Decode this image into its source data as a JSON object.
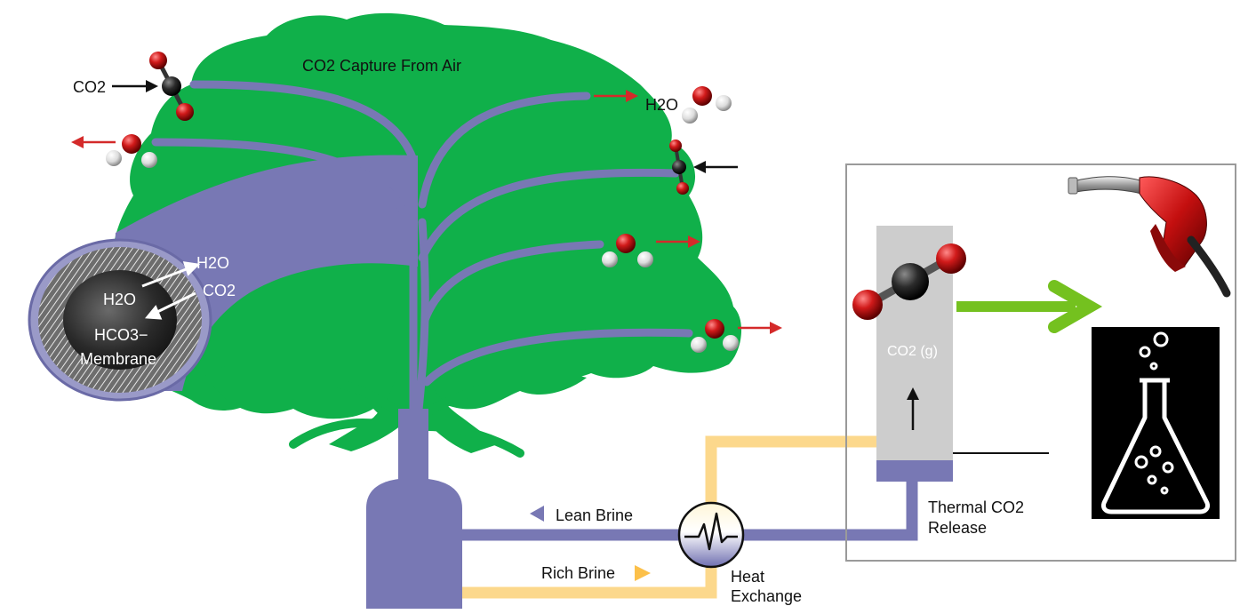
{
  "labels": {
    "tree_title": "CO2 Capture From Air",
    "co2_input": "CO2",
    "h2o_output": "H2O",
    "membrane_h2o_out": "H2O",
    "membrane_co2_in": "CO2",
    "membrane_h2o_in": "H2O",
    "membrane_hco3": "HCO3−",
    "membrane": "Membrane",
    "lean_brine": "Lean Brine",
    "rich_brine": "Rich Brine",
    "heat_exchange_1": "Heat",
    "heat_exchange_2": "Exchange",
    "thermal_release_1": "Thermal CO2",
    "thermal_release_2": "Release",
    "co2_gas": "CO2 (g)"
  },
  "colors": {
    "tree": "#10b04a",
    "brine_purple": "#7878b4",
    "rich_yellow": "#fcd88c",
    "arrow_red": "#d42a2a",
    "arrow_green": "#74c11f",
    "column_gray": "#cdcdcd",
    "oxygen": "#d11a1a",
    "carbon": "#2b2b2b",
    "hydrogen": "#e8e8e8"
  },
  "icons": [
    "fuel-nozzle-icon",
    "flask-icon",
    "heat-exchanger-icon",
    "co2-molecule-icon",
    "h2o-molecule-icon"
  ]
}
